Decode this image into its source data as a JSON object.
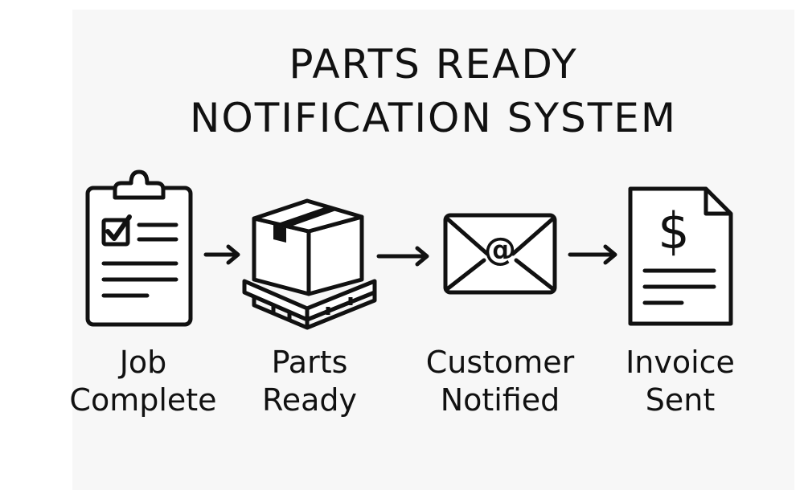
{
  "title": {
    "line1": "PARTS READY",
    "line2": "NOTIFICATION SYSTEM"
  },
  "steps": [
    {
      "icon": "clipboard-checklist-icon",
      "line1": "Job",
      "line2": "Complete"
    },
    {
      "icon": "box-on-pallet-icon",
      "line1": "Parts",
      "line2": "Ready"
    },
    {
      "icon": "email-envelope-icon",
      "line1": "Customer",
      "line2": "Notified"
    },
    {
      "icon": "invoice-dollar-icon",
      "line1": "Invoice",
      "line2": "Sent"
    }
  ],
  "colors": {
    "ink": "#111111",
    "panel": "#f7f7f7",
    "background": "#ffffff"
  }
}
